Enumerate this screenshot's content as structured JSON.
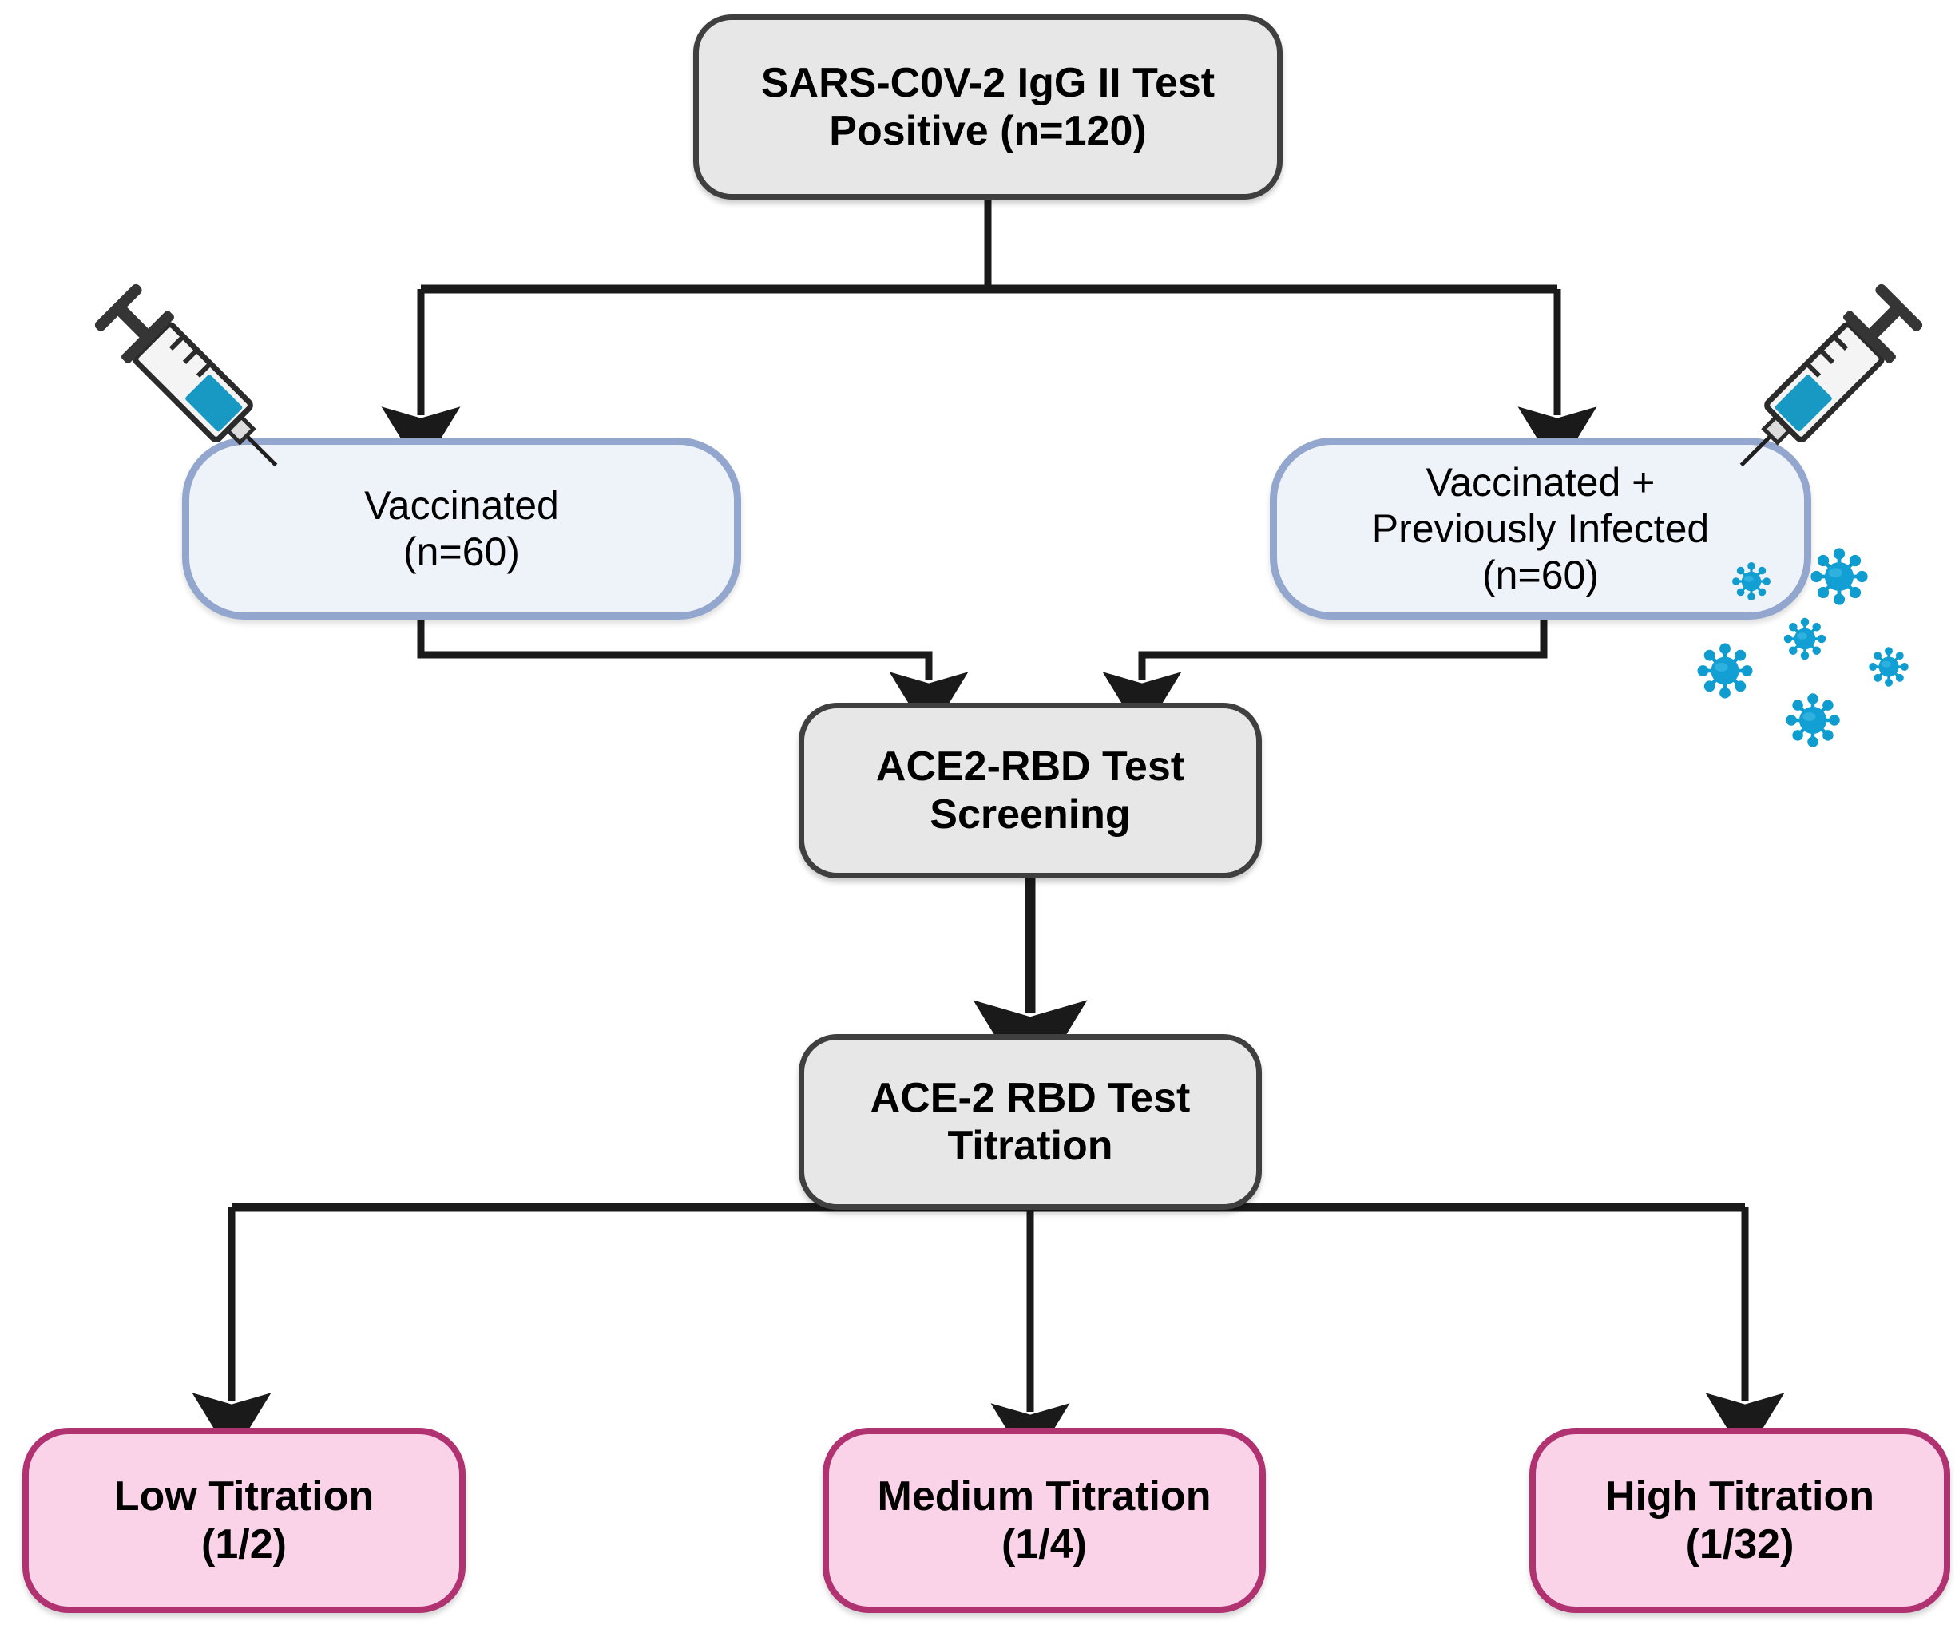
{
  "diagram": {
    "title": "SARS-CoV-2 antibody titration study flowchart",
    "colors": {
      "gray_fill": "#e7e7e7",
      "gray_border": "#3f3f3f",
      "blue_fill": "#eef2f9",
      "blue_border": "#93a6cd",
      "pink_fill": "#fad3e9",
      "pink_border": "#b03271",
      "connector": "#1a1a1a",
      "syringe_liquid": "#1799c4",
      "virus_body": "#12a0d4",
      "virus_spike": "#0f9ccf",
      "background": "#ffffff"
    }
  },
  "nodes": {
    "igg_test": {
      "line1": "SARS-C0V-2 IgG II Test",
      "line2": "Positive (n=120)"
    },
    "vaccinated": {
      "line1": "Vaccinated",
      "line2": "(n=60)"
    },
    "vaccinated_infected": {
      "line1": "Vaccinated +",
      "line2": "Previously Infected",
      "line3": "(n=60)"
    },
    "ace2_screening": {
      "line1": "ACE2-RBD Test",
      "line2": "Screening"
    },
    "ace2_titration": {
      "line1": "ACE-2 RBD Test",
      "line2": "Titration"
    },
    "low_titration": {
      "line1": "Low Titration",
      "line2": "(1/2)"
    },
    "medium_titration": {
      "line1": "Medium Titration",
      "line2": "(1/4)"
    },
    "high_titration": {
      "line1": "High Titration",
      "line2": "(1/32)"
    }
  },
  "icons": {
    "syringe_left": "syringe-icon",
    "syringe_right": "syringe-icon",
    "virus_cluster": "virus-particles-icon"
  }
}
